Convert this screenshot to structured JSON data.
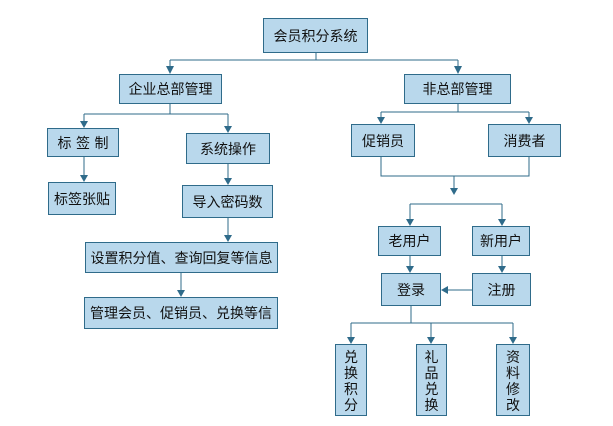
{
  "nodes": {
    "root": "会员积分系统",
    "hq": "企业总部管理",
    "non_hq": "非总部管理",
    "label_system": "标 签 制",
    "system_ops": "系统操作",
    "promoter": "促销员",
    "consumer": "消费者",
    "label_paste": "标签张贴",
    "import_codes": "导入密码数",
    "old_user": "老用户",
    "new_user": "新用户",
    "set_points": "设置积分值、查询回复等信息",
    "login": "登录",
    "register": "注册",
    "manage_members": "管理会员、促销员、兑换等信",
    "redeem_points": [
      "兑",
      "换",
      "积",
      "分"
    ],
    "gift_redeem": [
      "礼",
      "品",
      "兑",
      "换"
    ],
    "profile_edit": [
      "资",
      "料",
      "修",
      "改"
    ]
  },
  "colors": {
    "box_fill": "#b9d8ec",
    "box_border": "#2f6b8a",
    "line": "#2f6b8a"
  }
}
